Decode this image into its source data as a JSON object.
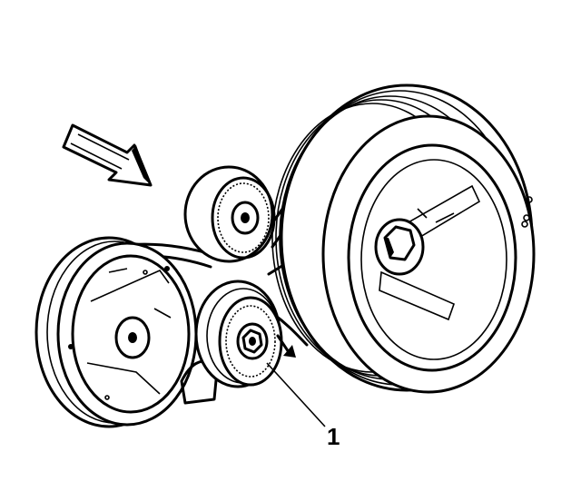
{
  "figure": {
    "callout_label": "1",
    "components": [
      {
        "id": "crankshaft-pulley"
      },
      {
        "id": "idler-pulley"
      },
      {
        "id": "belt-tensioner-pulley"
      },
      {
        "id": "ac-compressor-pulley"
      },
      {
        "id": "serpentine-belt"
      },
      {
        "id": "direction-arrow-icon"
      }
    ]
  }
}
